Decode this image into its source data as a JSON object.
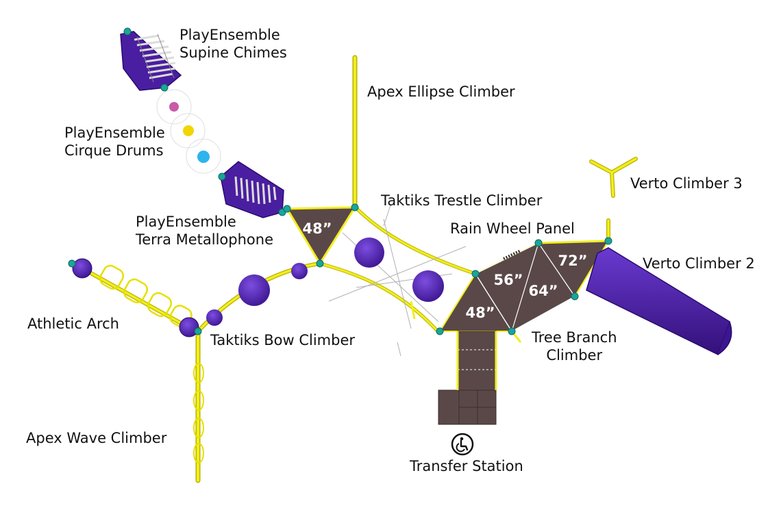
{
  "labels": {
    "supine_chimes": [
      "PlayEnsemble",
      "Supine Chimes"
    ],
    "cirque_drums": [
      "PlayEnsemble",
      "Cirque Drums"
    ],
    "terra_metallophone": [
      "PlayEnsemble",
      "Terra Metallophone"
    ],
    "apex_ellipse": "Apex Ellipse Climber",
    "trestle": "Taktiks Trestle Climber",
    "rain_wheel": "Rain Wheel Panel",
    "verto3": "Verto Climber 3",
    "verto2": "Verto Climber 2",
    "athletic_arch": "Athletic Arch",
    "bow_climber": "Taktiks Bow Climber",
    "tree_branch": [
      "Tree Branch",
      "Climber"
    ],
    "apex_wave": "Apex Wave Climber",
    "transfer_station": "Transfer Station"
  },
  "decks": {
    "left": "48”",
    "right_a": "48”",
    "right_b": "56”",
    "right_c": "64”",
    "right_d": "72”"
  },
  "icons": {
    "transfer": "wheelchair-accessibility-icon"
  },
  "colors": {
    "post": "#f2ee1c",
    "post_stroke": "#b8b200",
    "deck": "#5a4848",
    "purple": "#4a1ea0",
    "cap": "#1aa59a",
    "drum_pink": "#c85aa8",
    "drum_yellow": "#f2d500",
    "drum_blue": "#2cb4ec"
  }
}
